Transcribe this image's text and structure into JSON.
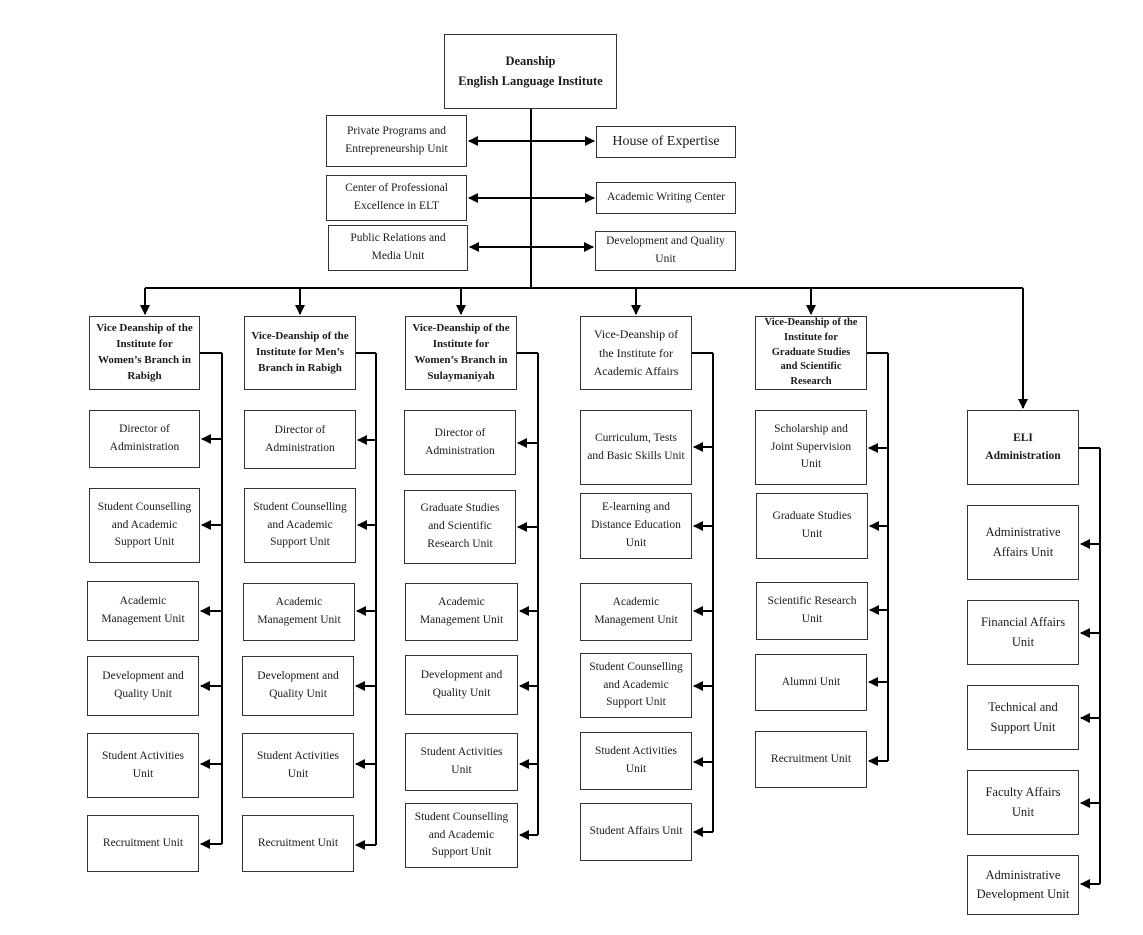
{
  "top": {
    "title": "Deanship\nEnglish Language Institute"
  },
  "side_units": {
    "left": [
      "Private Programs and\nEntrepreneurship Unit",
      "Center of Professional\nExcellence in ELT",
      "Public Relations and\nMedia Unit"
    ],
    "right": [
      "House of Expertise",
      "Academic Writing Center",
      "Development and Quality\nUnit"
    ]
  },
  "columns": [
    {
      "head": "Vice Deanship of the\nInstitute for\nWomen’s Branch in\nRabigh",
      "units": [
        "Director of\nAdministration",
        "Student Counselling\nand Academic\nSupport Unit",
        "Academic\nManagement Unit",
        "Development and\nQuality Unit",
        "Student Activities\nUnit",
        "Recruitment Unit"
      ]
    },
    {
      "head": "Vice-Deanship of the\nInstitute for Men’s\nBranch in Rabigh",
      "units": [
        "Director of\nAdministration",
        "Student Counselling\nand Academic\nSupport Unit",
        "Academic\nManagement Unit",
        "Development and\nQuality Unit",
        "Student Activities\nUnit",
        "Recruitment Unit"
      ]
    },
    {
      "head": "Vice-Deanship of the\nInstitute for\nWomen’s Branch in\nSulaymaniyah",
      "units": [
        "Director of\nAdministration",
        "Graduate Studies\nand Scientific\nResearch Unit",
        "Academic\nManagement Unit",
        "Development and\nQuality Unit",
        "Student Activities\nUnit",
        "Student Counselling\nand Academic\nSupport Unit"
      ]
    },
    {
      "head": "Vice-Deanship of\nthe Institute for\nAcademic Affairs",
      "units": [
        "Curriculum, Tests\nand Basic Skills Unit",
        "E-learning and\nDistance Education\nUnit",
        "Academic\nManagement Unit",
        "Student Counselling\nand Academic\nSupport Unit",
        "Student Activities\nUnit",
        "Student Affairs Unit"
      ]
    },
    {
      "head": "Vice-Deanship of the\nInstitute for\nGraduate Studies\nand Scientific\nResearch",
      "units": [
        "Scholarship and\nJoint Supervision\nUnit",
        "Graduate Studies\nUnit",
        "Scientific Research\nUnit",
        "Alumni Unit",
        "Recruitment Unit"
      ]
    },
    {
      "head": "ELI\nAdministration",
      "units": [
        "Administrative\nAffairs Unit",
        "Financial Affairs\nUnit",
        "Technical and\nSupport Unit",
        "Faculty Affairs\nUnit",
        "Administrative\nDevelopment Unit"
      ]
    }
  ]
}
